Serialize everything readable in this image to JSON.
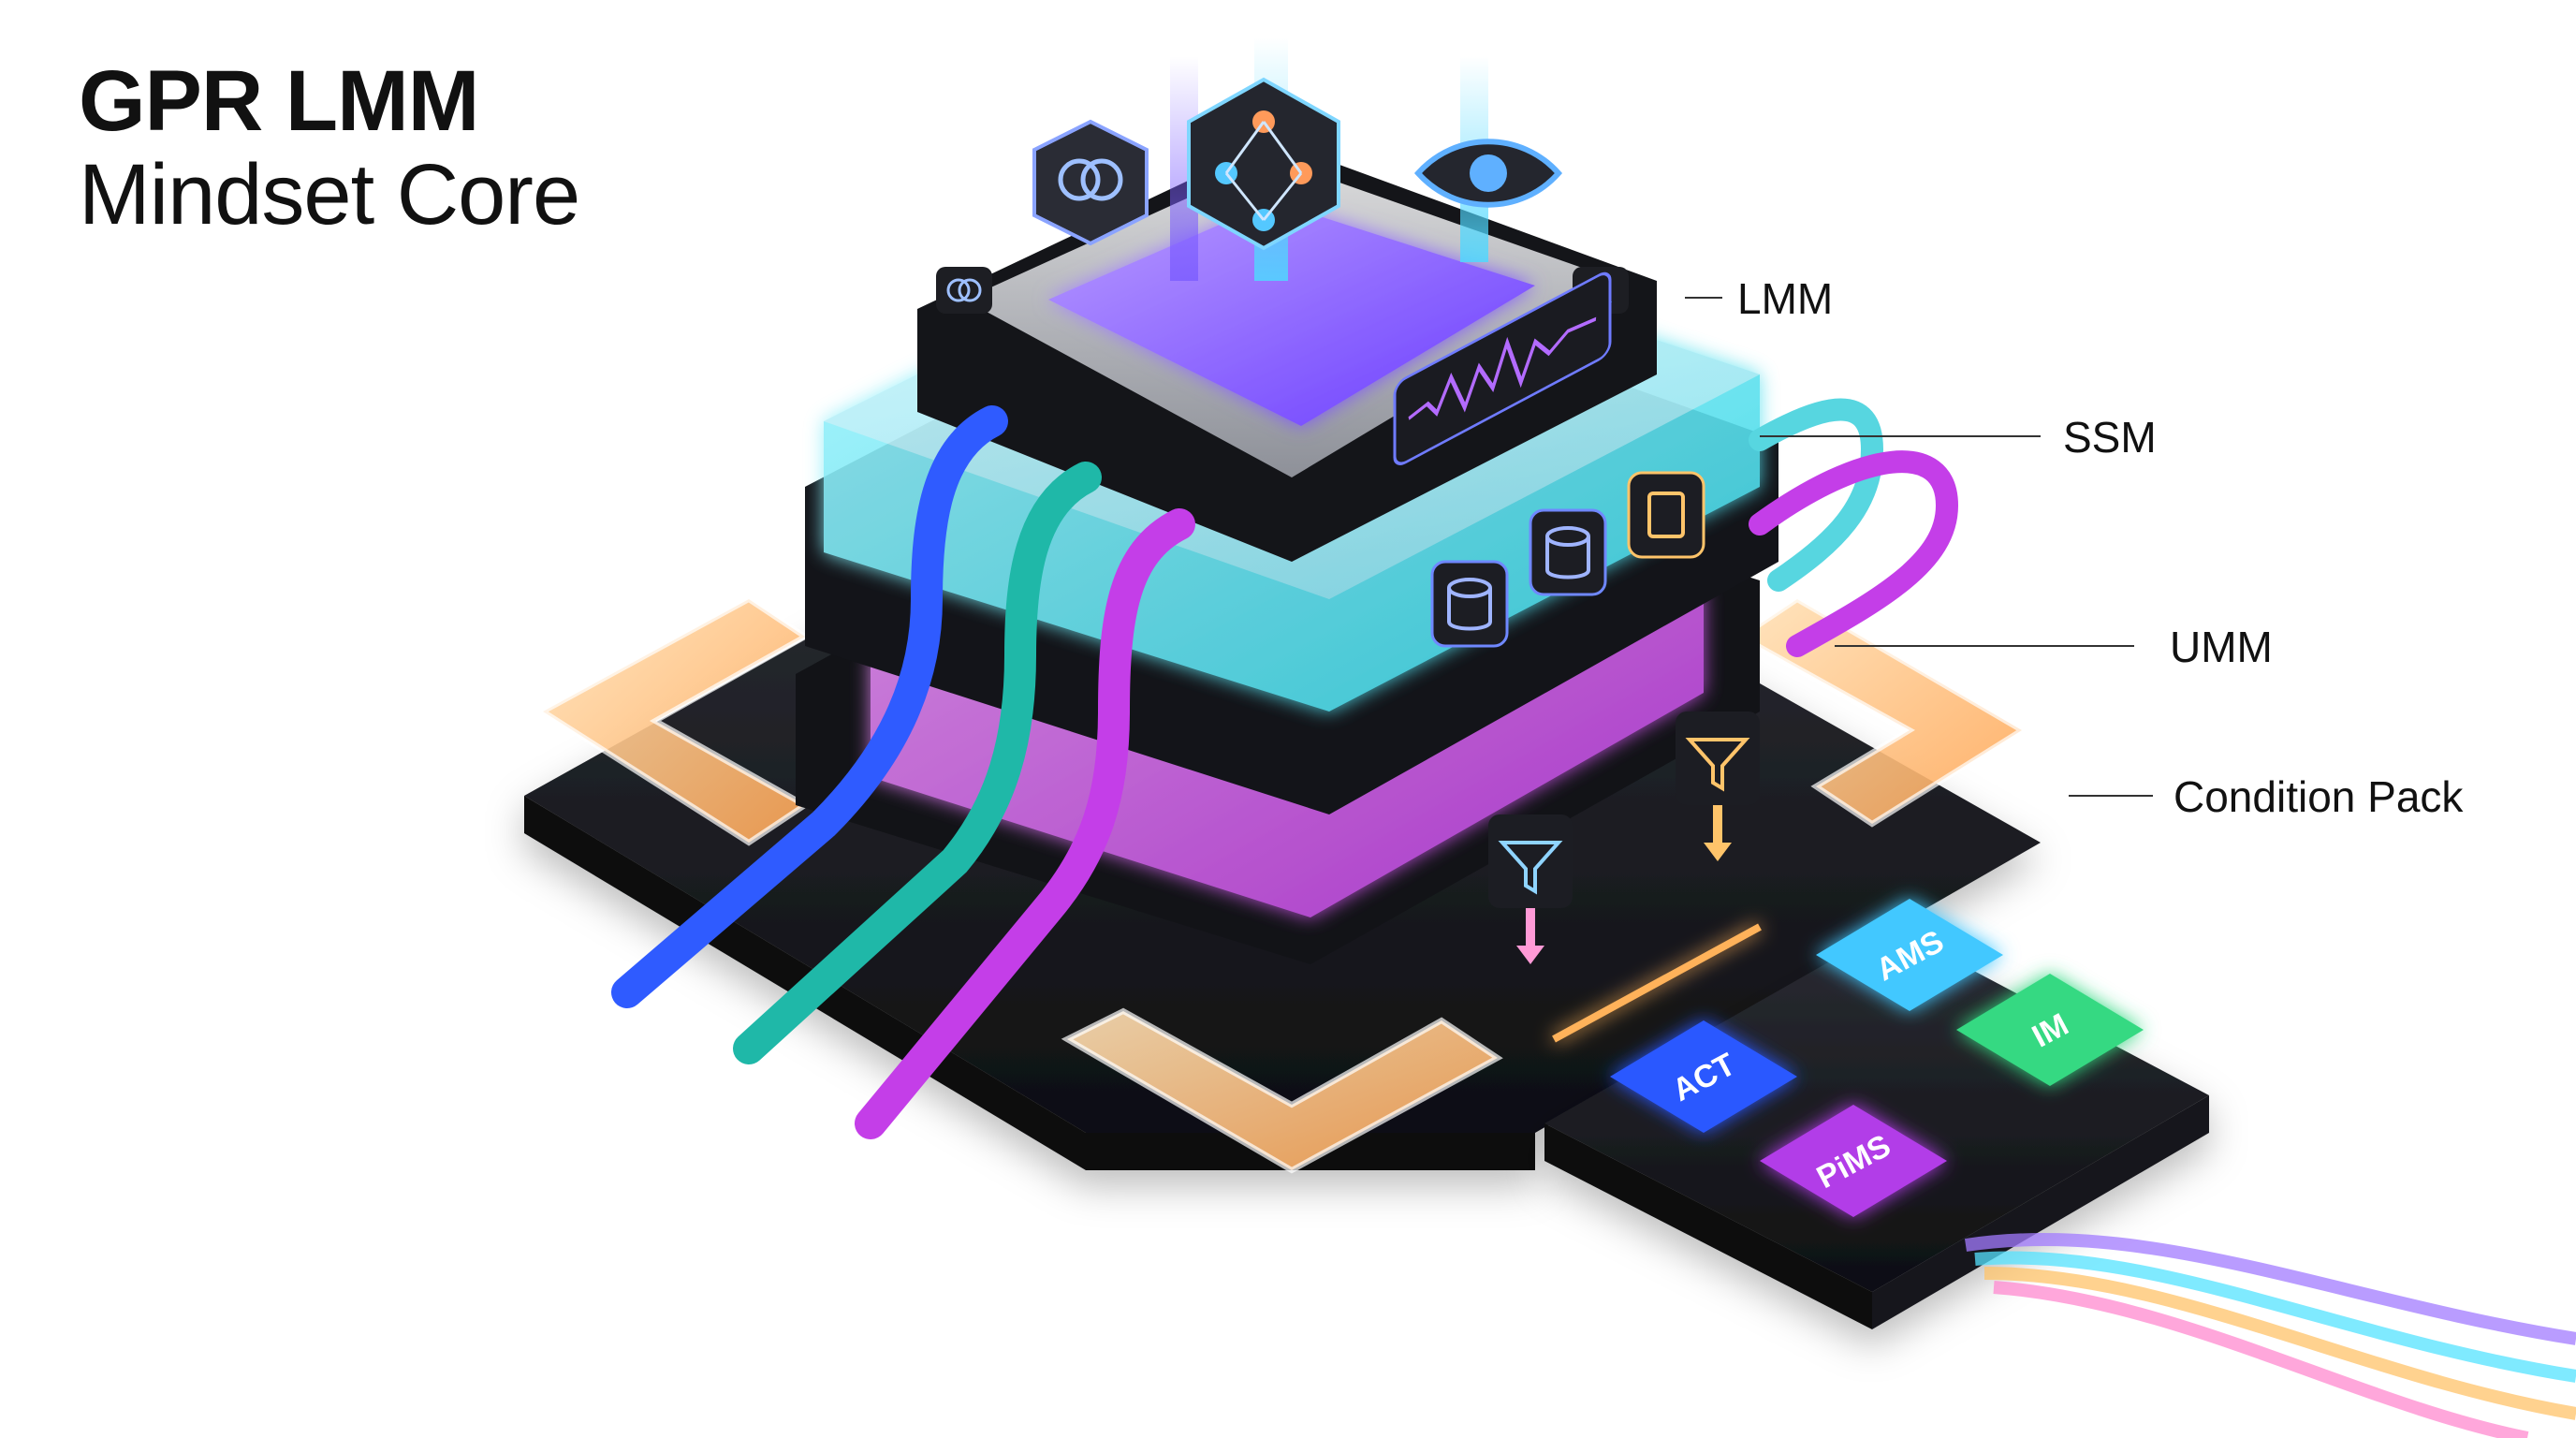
{
  "title": {
    "line1": "GPR LMM",
    "line2": "Mindset Core"
  },
  "layers": {
    "lmm": "LMM",
    "ssm": "SSM",
    "umm": "UMM",
    "condition_pack": "Condition Pack"
  },
  "modules": {
    "act": "ACT",
    "ams": "AMS",
    "im": "IM",
    "pims": "PiMS"
  },
  "colors": {
    "blue": "#2f5bff",
    "teal": "#1fb8a8",
    "magenta": "#c43ee8",
    "cyan": "#57e8f0",
    "violet": "#8d5bff",
    "orange": "#ffb56a",
    "green": "#45e39a",
    "dark": "#1a1b20"
  },
  "icons": [
    "brain-icon",
    "network-cube-icon",
    "eye-icon",
    "waveform-icon",
    "database-icon",
    "memory-card-icon",
    "funnel-icon"
  ]
}
